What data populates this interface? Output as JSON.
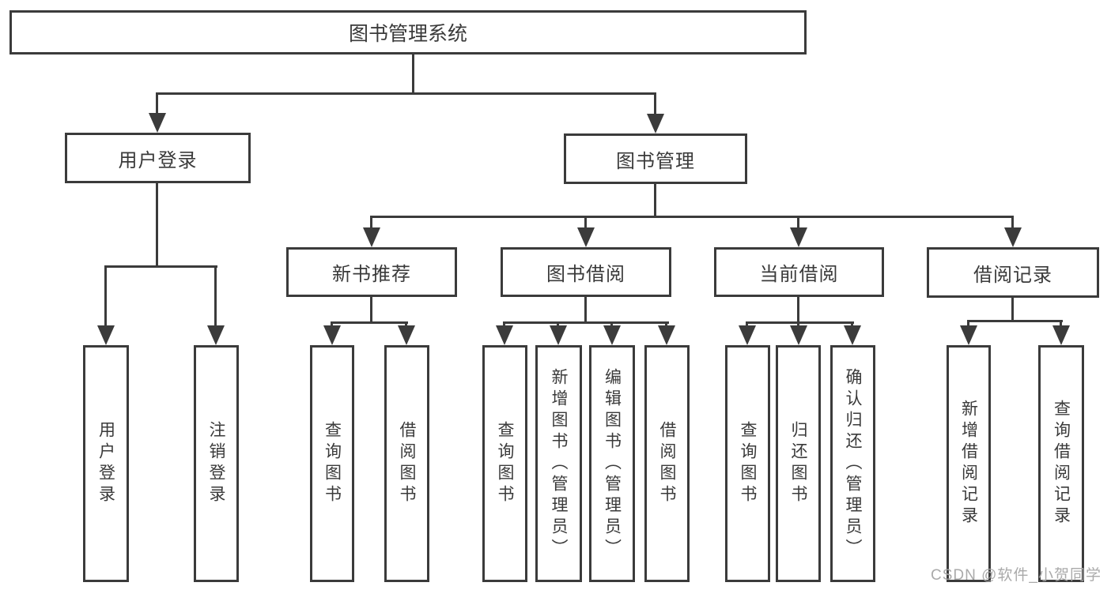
{
  "diagram": {
    "type": "hierarchy-tree",
    "title": "图书管理系统",
    "root": {
      "label": "图书管理系统"
    },
    "level2": [
      {
        "label": "用户登录",
        "parent": "图书管理系统"
      },
      {
        "label": "图书管理",
        "parent": "图书管理系统"
      }
    ],
    "level3": [
      {
        "label": "新书推荐",
        "parent": "图书管理"
      },
      {
        "label": "图书借阅",
        "parent": "图书管理"
      },
      {
        "label": "当前借阅",
        "parent": "图书管理"
      },
      {
        "label": "借阅记录",
        "parent": "图书管理"
      }
    ],
    "leaves": [
      {
        "label": "用户登录",
        "parent": "用户登录"
      },
      {
        "label": "注销登录",
        "parent": "用户登录"
      },
      {
        "label": "查询图书",
        "parent": "新书推荐"
      },
      {
        "label": "借阅图书",
        "parent": "新书推荐"
      },
      {
        "label": "查询图书",
        "parent": "图书借阅"
      },
      {
        "label": "新增图书（管理员）",
        "parent": "图书借阅"
      },
      {
        "label": "编辑图书（管理员）",
        "parent": "图书借阅"
      },
      {
        "label": "借阅图书",
        "parent": "图书借阅"
      },
      {
        "label": "查询图书",
        "parent": "当前借阅"
      },
      {
        "label": "归还图书",
        "parent": "当前借阅"
      },
      {
        "label": "确认归还（管理员）",
        "parent": "当前借阅"
      },
      {
        "label": "新增借阅记录",
        "parent": "借阅记录"
      },
      {
        "label": "查询借阅记录",
        "parent": "借阅记录"
      }
    ]
  },
  "watermark": {
    "text": "CSDN @软件_小贺同学"
  },
  "colors": {
    "line": "#3b3b3b",
    "text": "#3a3a3a",
    "watermark": "#a5a5a5",
    "background": "#ffffff"
  }
}
